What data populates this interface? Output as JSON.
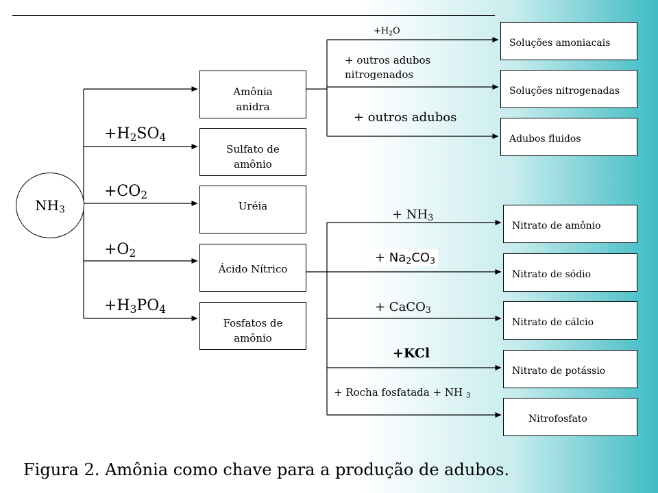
{
  "source": {
    "label": "NH",
    "sub": "3"
  },
  "reagents": [
    {
      "p1": "+H",
      "s1": "2",
      "p2": "SO",
      "s2": "4",
      "p3": ""
    },
    {
      "p1": "+CO",
      "s1": "2",
      "p2": "",
      "s2": "",
      "p3": ""
    },
    {
      "p1": "+O",
      "s1": "2",
      "p2": "",
      "s2": "",
      "p3": ""
    },
    {
      "p1": "+H",
      "s1": "3",
      "p2": "PO",
      "s2": "4",
      "p3": ""
    }
  ],
  "products": [
    {
      "line1": "Amônia",
      "line2": "anidra"
    },
    {
      "line1": "Sulfato de",
      "line2": "amônio"
    },
    {
      "line1": "Uréia",
      "line2": ""
    },
    {
      "line1": "Ácido Nítrico",
      "line2": ""
    },
    {
      "line1": "Fosfatos de",
      "line2": "amônio"
    }
  ],
  "ammonia_branch_labels": [
    {
      "p1": "+H",
      "s1": "2",
      "p2": "O"
    },
    {
      "line1": "+ outros adubos",
      "line2": "nitrogenados"
    },
    {
      "text": "+ outros adubos"
    }
  ],
  "ammonia_outputs": [
    "Soluções amoniacais",
    "Soluções nitrogenadas",
    "Adubos fluidos"
  ],
  "nitric_branch_labels": [
    {
      "p1": "+ NH",
      "s1": "3",
      "p2": ""
    },
    {
      "p1": "+ Na",
      "s1": "2",
      "p2": "CO",
      "s2": "3"
    },
    {
      "p1": "+ CaCO",
      "s1": "3",
      "p2": ""
    },
    {
      "text": "+KCl"
    },
    {
      "p1": "+ Rocha fosfatada + NH ",
      "s1": "3",
      "p2": ""
    }
  ],
  "nitric_outputs": [
    "Nitrato de amônio",
    "Nitrato de sódio",
    "Nitrato de cálcio",
    "Nitrato de potássio",
    "Nitrofosfato"
  ],
  "caption": "Figura 2. Amônia como chave para a produção de adubos."
}
